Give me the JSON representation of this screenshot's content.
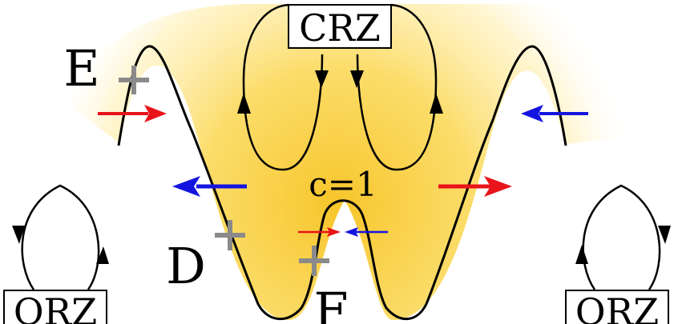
{
  "labels": {
    "crz": "CRZ",
    "orz_left": "ORZ",
    "orz_right": "ORZ",
    "c_value": "c=1",
    "point_e": "E",
    "point_d": "D",
    "point_f": "F"
  },
  "colors": {
    "fill_core": "#f7c52a",
    "fill_edge": "#fff6cf",
    "red_arrow": "#e8141a",
    "blue_arrow": "#1414e0",
    "marker": "#8a8a8a",
    "curve": "#000000"
  },
  "icons": {
    "crossing_marker": "plus-marker-icon",
    "flow_arrow": "arrow-icon"
  }
}
